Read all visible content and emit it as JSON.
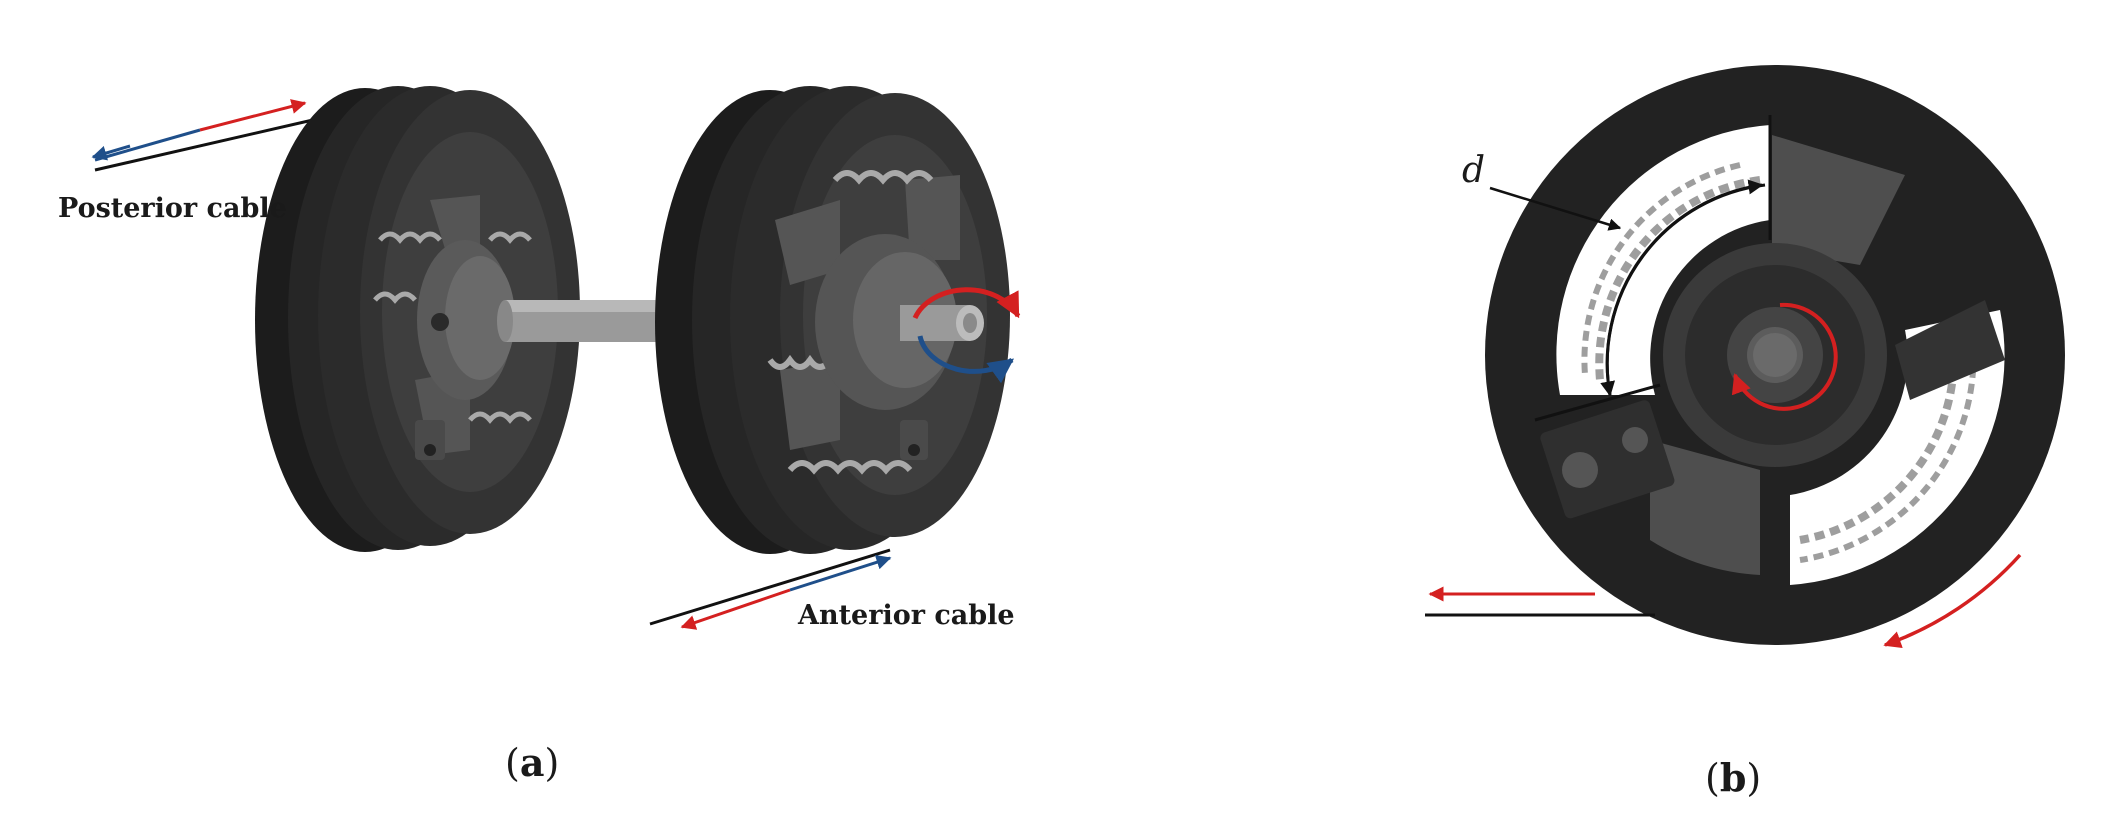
{
  "labels": {
    "posterior_cable": "Posterior cable",
    "anterior_cable": "Anterior cable",
    "distance_symbol": "d",
    "panel_a_letter": "a",
    "panel_b_letter": "b"
  },
  "colors": {
    "background": "#ffffff",
    "body_dark": "#222222",
    "body_mid": "#3c3c3c",
    "body_light": "#555555",
    "shaft": "#9a9a9a",
    "spring": "#a9a9a9",
    "arrow_red": "#d42020",
    "arrow_blue": "#1f4f8a",
    "cable_black": "#111111"
  },
  "icons": {
    "wheel": "pulley-wheel-icon",
    "spring": "coil-spring-icon",
    "rotation": "rotation-arrow-icon"
  }
}
